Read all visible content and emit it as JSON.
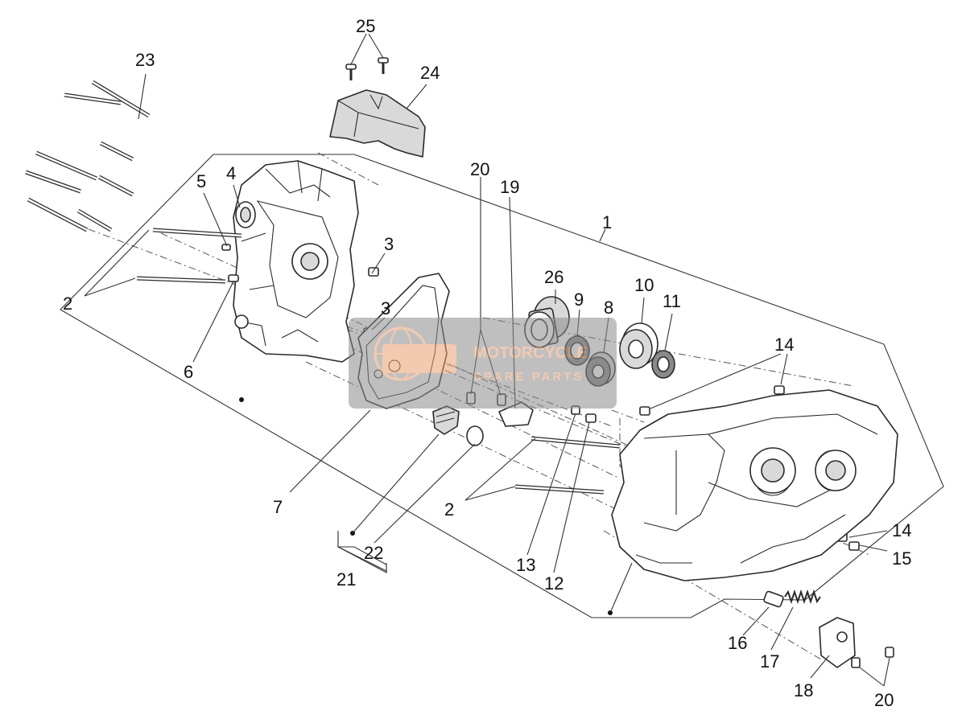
{
  "callouts": {
    "c1": "1",
    "c2a": "2",
    "c2b": "2",
    "c3a": "3",
    "c3b": "3",
    "c4": "4",
    "c5": "5",
    "c6": "6",
    "c7": "7",
    "c8": "8",
    "c9": "9",
    "c10": "10",
    "c11": "11",
    "c12": "12",
    "c13": "13",
    "c14a": "14",
    "c14b": "14",
    "c15": "15",
    "c16": "16",
    "c17": "17",
    "c18": "18",
    "c19": "19",
    "c20a": "20",
    "c20b": "20",
    "c21": "21",
    "c22": "22",
    "c23": "23",
    "c24": "24",
    "c25": "25",
    "c26": "26"
  },
  "watermark": {
    "brand": "MOTORCYCLE",
    "tagline": "SPARE PARTS",
    "color": "#e8a070"
  },
  "colors": {
    "line": "#2a2a2a",
    "watermark_bg": "#8c8c8c"
  }
}
